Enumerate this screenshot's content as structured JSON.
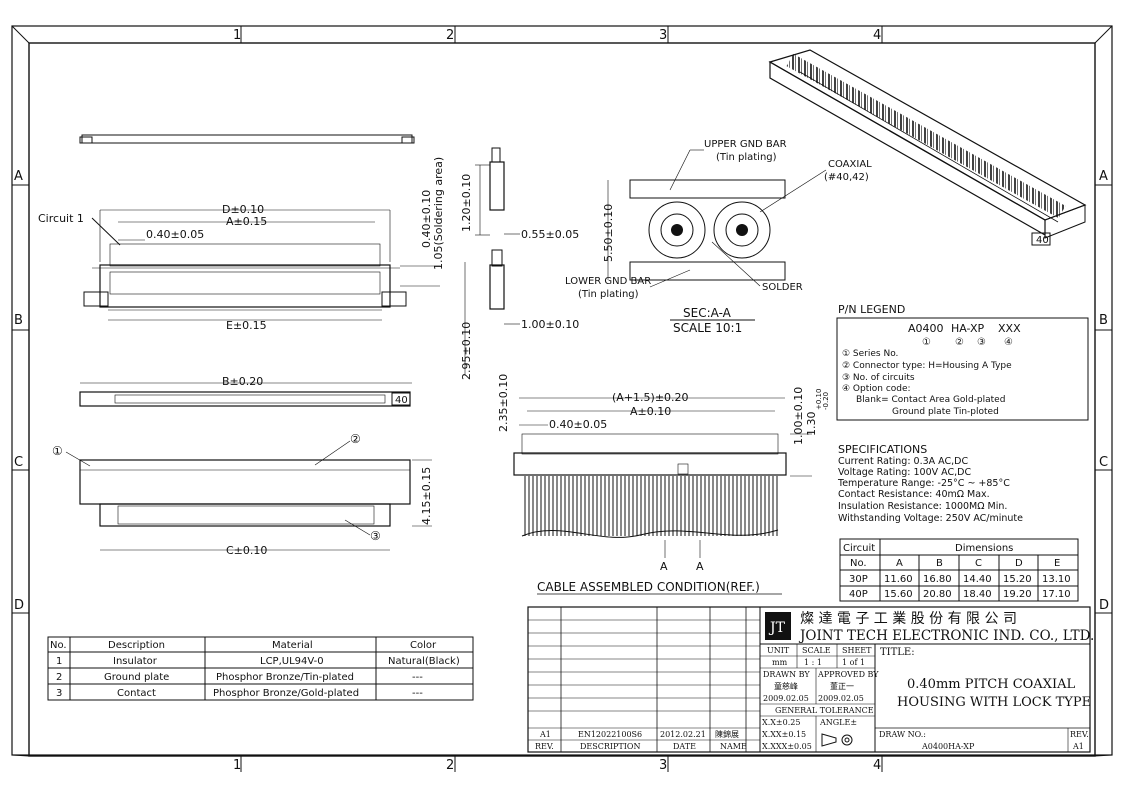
{
  "zones": {
    "cols": [
      "1",
      "2",
      "3",
      "4"
    ],
    "rows": [
      "A",
      "B",
      "C",
      "D"
    ]
  },
  "views": {
    "circuit1": "Circuit 1",
    "dim_d": "D±0.10",
    "dim_a": "A±0.15",
    "dim_pitch": "0.40±0.05",
    "dim_e": "E±0.15",
    "dim_b": "B±0.20",
    "dim_c": "C±0.10",
    "dim_040": "0.40±0.10",
    "dim_105": "1.05(Soldering area)",
    "dim_120": "1.20±0.10",
    "dim_055": "0.55±0.05",
    "dim_295": "2.95±0.10",
    "dim_100": "1.00±0.10",
    "dim_415": "4.15±0.15",
    "label_40": "40",
    "callout_1": "①",
    "callout_2": "②",
    "callout_3": "③"
  },
  "section": {
    "upper_gnd": "UPPER GND BAR",
    "upper_note": "(Tin plating)",
    "coaxial": "COAXIAL",
    "coaxial_note": "(#40,42)",
    "dim_550": "5.50±0.10",
    "lower_gnd": "LOWER GND BAR",
    "lower_note": "(Tin plating)",
    "solder": "SOLDER",
    "sec": "SEC:A-A",
    "scale": "SCALE 10:1"
  },
  "cable": {
    "dim_a15": "(A+1.5)±0.20",
    "dim_a10": "A±0.10",
    "dim_pitch": "0.40±0.05",
    "dim_235": "2.35±0.10",
    "dim_100": "1.00±0.10",
    "dim_130": "1.30",
    "tol_plus": "+0.10",
    "tol_minus": "-0.20",
    "mark_a1": "A",
    "mark_a2": "A",
    "caption": "CABLE ASSEMBLED CONDITION(REF.)"
  },
  "pn_legend": {
    "title": "P/N LEGEND",
    "code1": "A0400",
    "code2": "HA-XP",
    "code3": "XXX",
    "marks": [
      "①",
      "②",
      "③",
      "④"
    ],
    "items": [
      "① Series No.",
      "② Connector type: H=Housing A Type",
      "③ No. of circuits",
      "④ Option code:",
      "Blank= Contact Area Gold-plated",
      "Ground plate Tin-ploted"
    ]
  },
  "specs": {
    "title": "SPECIFICATIONS",
    "lines": [
      "Current Rating: 0.3A AC,DC",
      "Voltage Rating: 100V AC,DC",
      "Temperature Range: -25°C ~ +85°C",
      "Contact Resistance: 40mΩ Max.",
      "Insulation Resistance: 1000MΩ Min.",
      "Withstanding Voltage: 250V AC/minute"
    ]
  },
  "dim_table": {
    "h_circuit": "Circuit",
    "h_no": "No.",
    "h_dims": "Dimensions",
    "cols": [
      "A",
      "B",
      "C",
      "D",
      "E"
    ],
    "rows": [
      {
        "no": "30P",
        "vals": [
          "11.60",
          "16.80",
          "14.40",
          "15.20",
          "13.10"
        ]
      },
      {
        "no": "40P",
        "vals": [
          "15.60",
          "20.80",
          "18.40",
          "19.20",
          "17.10"
        ]
      }
    ]
  },
  "materials": {
    "headers": [
      "No.",
      "Description",
      "Material",
      "Color"
    ],
    "rows": [
      [
        "1",
        "Insulator",
        "LCP,UL94V-0",
        "Natural(Black)"
      ],
      [
        "2",
        "Ground plate",
        "Phosphor Bronze/Tin-plated",
        "---"
      ],
      [
        "3",
        "Contact",
        "Phosphor Bronze/Gold-plated",
        "---"
      ]
    ]
  },
  "title_block": {
    "company_cn": "燦 達 電 子 工 業 股 份 有 限 公 司",
    "company_en": "JOINT TECH ELECTRONIC IND. CO., LTD.",
    "unit_label": "UNIT",
    "scale_label": "SCALE",
    "sheet_label": "SHEET",
    "unit": "mm",
    "scale": "1 : 1",
    "sheet": "1 of 1",
    "drawn_label": "DRAWN BY",
    "approved_label": "APPROVED BY",
    "drawn_name": "童慈峰",
    "approved_name": "董正一",
    "drawn_date": "2009.02.05",
    "approved_date": "2009.02.05",
    "tol_label": "GENERAL TOLERANCE",
    "tol1": "X.X±0.25",
    "tol2": "X.XX±0.15",
    "tol3": "X.XXX±0.05",
    "angle": "ANGLE±",
    "title_label": "TITLE:",
    "title1": "0.40mm PITCH COAXIAL",
    "title2": "HOUSING WITH LOCK TYPE",
    "drawno_label": "DRAW NO.:",
    "drawno": "A0400HA-XP",
    "rev_label": "REV.",
    "rev": "A1",
    "rev_row": {
      "rev": "A1",
      "desc": "EN12022100S6",
      "date": "2012.02.21",
      "name": "陳錦展"
    },
    "rev_headers": [
      "REV.",
      "DESCRIPTION",
      "DATE",
      "NAME"
    ]
  }
}
